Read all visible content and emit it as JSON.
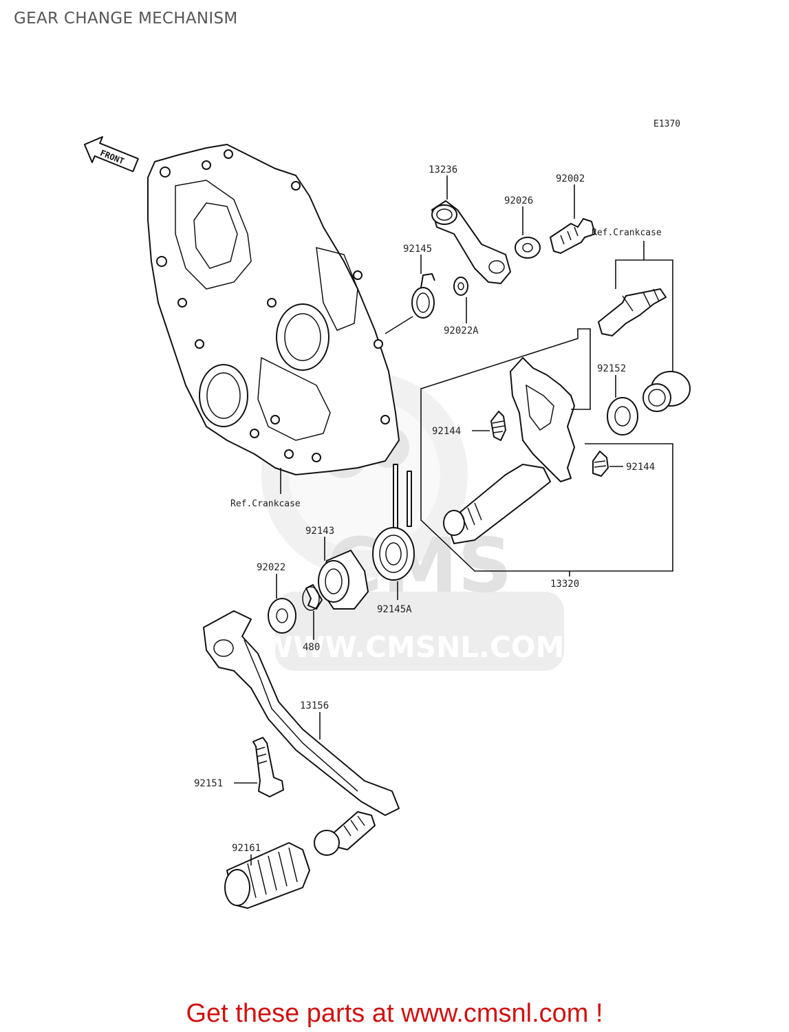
{
  "title": "GEAR CHANGE MECHANISM",
  "diagram_code": "E1370",
  "front_label": "FRONT",
  "watermark": {
    "brand": "CMS",
    "url": "WWW.CMSNL.COM"
  },
  "callouts": [
    {
      "id": "13236",
      "text": "13236"
    },
    {
      "id": "92002",
      "text": "92002"
    },
    {
      "id": "92026",
      "text": "92026"
    },
    {
      "id": "ref-crankcase-right",
      "text": "Ref.Crankcase"
    },
    {
      "id": "92145",
      "text": "92145"
    },
    {
      "id": "92022A",
      "text": "92022A"
    },
    {
      "id": "92152",
      "text": "92152"
    },
    {
      "id": "92144-left",
      "text": "92144"
    },
    {
      "id": "92144-right",
      "text": "92144"
    },
    {
      "id": "ref-crankcase-left",
      "text": "Ref.Crankcase"
    },
    {
      "id": "92143",
      "text": "92143"
    },
    {
      "id": "92022",
      "text": "92022"
    },
    {
      "id": "92145A",
      "text": "92145A"
    },
    {
      "id": "13320",
      "text": "13320"
    },
    {
      "id": "480",
      "text": "480"
    },
    {
      "id": "13156",
      "text": "13156"
    },
    {
      "id": "92151",
      "text": "92151"
    },
    {
      "id": "92161",
      "text": "92161"
    }
  ],
  "footer_text": "Get these parts at www.cmsnl.com !",
  "colors": {
    "footer": "#d01010",
    "title": "#555555",
    "line": "#111111",
    "watermark": "#e6e6e6"
  }
}
